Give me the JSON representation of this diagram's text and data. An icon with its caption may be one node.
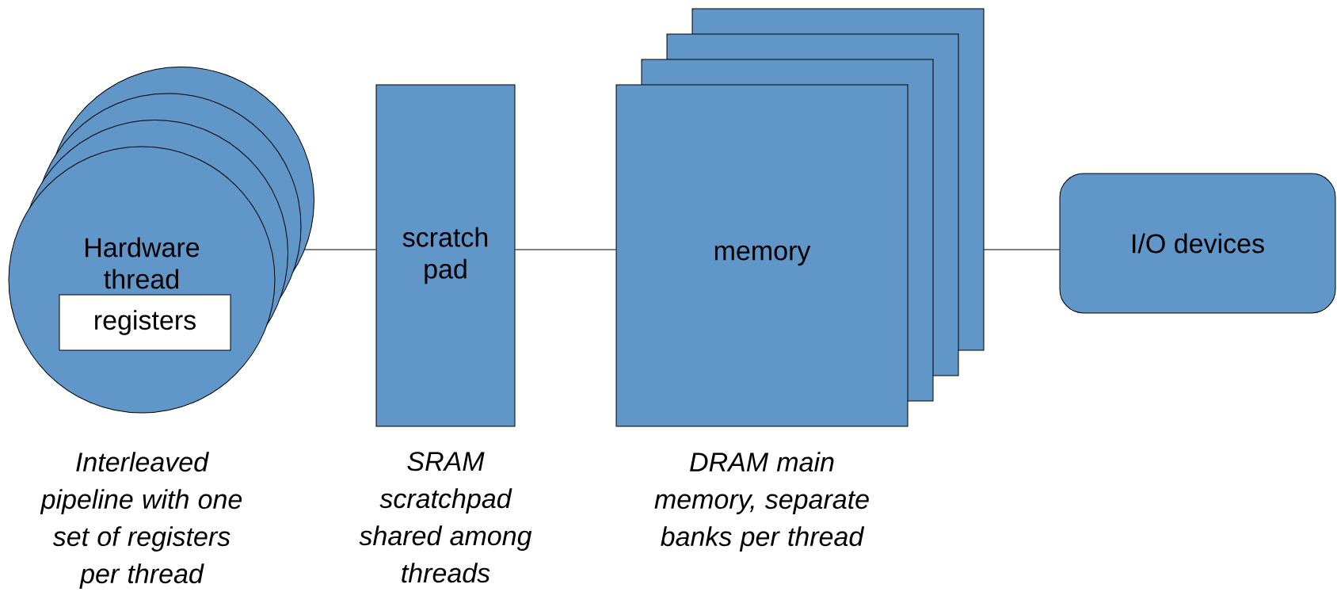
{
  "diagram": {
    "nodes": [
      {
        "text": [
          "Hardware thread"
        ],
        "beside": [
          "Interleaved pipeline with one set of registers per thread"
        ]
      },
      {
        "text": [
          "registers"
        ],
        "in": 0
      },
      {
        "text": [
          "scratch pad"
        ],
        "beside": [
          "SRAM scratchpad shared among threads"
        ]
      },
      {
        "text": [
          "memory"
        ],
        "beside": [
          "DRAM main memory, separate banks per thread"
        ]
      },
      {
        "text": [
          "I/O devices"
        ]
      }
    ],
    "edges": [
      {
        "from": 0,
        "to": 2,
        "arrow": "none"
      },
      {
        "from": 2,
        "to": 3,
        "arrow": "none"
      },
      {
        "from": 3,
        "to": 4,
        "arrow": "none"
      }
    ]
  }
}
